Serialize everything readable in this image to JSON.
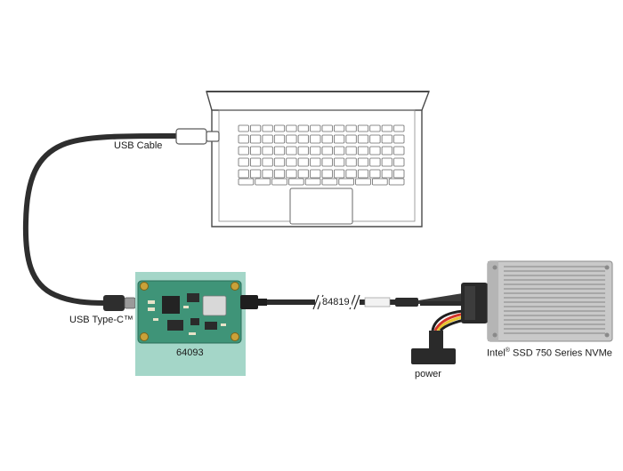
{
  "labels": {
    "usb_cable": "USB Cable",
    "usb_type_c": "USB Type-C™",
    "board_id": "64093",
    "cable_id": "84819",
    "power": "power",
    "ssd_brand": "Intel",
    "ssd_reg": "®",
    "ssd_model": " SSD 750 Series NVMe"
  },
  "colors": {
    "board_background": "#a4d6c8",
    "pcb": "#3f9478",
    "cable": "#2b2b2b",
    "ssd_body": "#c9c9c9"
  }
}
